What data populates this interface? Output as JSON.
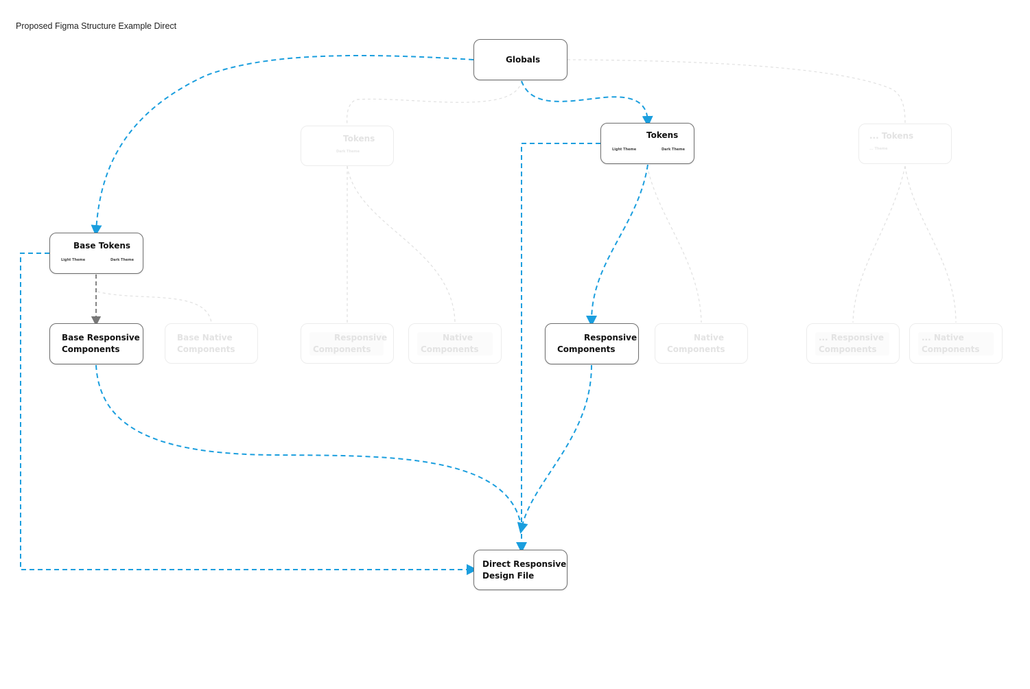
{
  "page": {
    "title": "Proposed Figma Structure Example Direct"
  },
  "colors": {
    "accent": "#1a9ede",
    "grey_edge": "#777777",
    "faded_edge": "#dedede",
    "node_border": "#6f6f6f"
  },
  "nodes": {
    "globals": {
      "label": "Globals"
    },
    "tokens": {
      "label": "Tokens",
      "light": "Light Theme",
      "dark": "Dark Theme"
    },
    "base_tokens": {
      "label": "Base Tokens",
      "light": "Light Theme",
      "dark": "Dark Theme"
    },
    "base_responsive": {
      "line1": "Base Responsive",
      "line2": "Components"
    },
    "responsive": {
      "line1": "Responsive",
      "line2": "Components"
    },
    "direct_file": {
      "line1": "Direct Responsive",
      "line2": "Design File"
    },
    "faded_tokens_a": {
      "label": "Tokens",
      "sub": "Dark Theme"
    },
    "faded_tokens_b": {
      "label": "... Tokens",
      "sub": "... Theme"
    },
    "faded_base_native": {
      "line1": "Base Native",
      "line2": "Components"
    },
    "faded_responsive_a": {
      "line1": "Responsive",
      "line2": "Components"
    },
    "faded_native_a": {
      "line1": "Native",
      "line2": "Components"
    },
    "faded_native_b": {
      "line1": "Native",
      "line2": "Components"
    },
    "faded_responsive_c": {
      "line1": "... Responsive",
      "line2": "Components"
    },
    "faded_native_c": {
      "line1": "... Native",
      "line2": "Components"
    }
  }
}
